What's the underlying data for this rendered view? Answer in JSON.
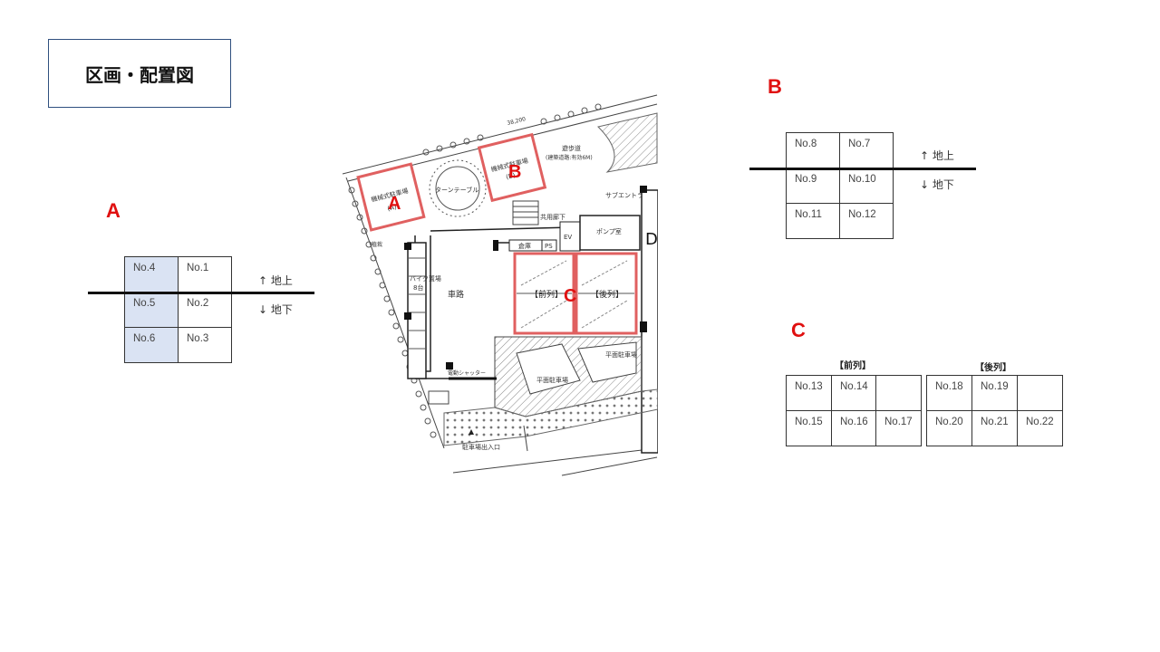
{
  "title": "区画・配置図",
  "section_a": {
    "label": "A",
    "rows": [
      [
        "No.4",
        "No.1"
      ],
      [
        "No.5",
        "No.2"
      ],
      [
        "No.6",
        "No.3"
      ]
    ],
    "up": "↑ 地上",
    "down": "↓ 地下"
  },
  "section_b": {
    "label": "B",
    "rows": [
      [
        "No.8",
        "No.7"
      ],
      [
        "No.9",
        "No.10"
      ],
      [
        "No.11",
        "No.12"
      ]
    ],
    "up": "↑ 地上",
    "down": "↓ 地下"
  },
  "section_c": {
    "label": "C",
    "front": {
      "heading": "【前列】",
      "rows": [
        [
          "No.13",
          "No.14",
          ""
        ],
        [
          "No.15",
          "No.16",
          "No.17"
        ]
      ]
    },
    "rear": {
      "heading": "【後列】",
      "rows": [
        [
          "No.18",
          "No.19",
          ""
        ],
        [
          "No.20",
          "No.21",
          "No.22"
        ]
      ]
    }
  },
  "plan": {
    "dimension": "38,200",
    "walkway": "遊歩道",
    "walkway_note": "(建築道路:有効6M)",
    "mech_parking_a": "機械式駐車場",
    "mech_parking_a_sub": "(A)",
    "mech_parking_b": "機械式駐車場",
    "mech_parking_b_sub": "(B)",
    "turntable": "ターンテーブル",
    "sub_entrance": "サブエントランス",
    "common_corridor": "共用廊下",
    "pump_room": "ポンプ室",
    "ev": "EV",
    "ps": "PS",
    "storage": "倉庫",
    "bike_parking": "バイク置場",
    "bike_count": "8台",
    "road": "車路",
    "front_row": "【前列】",
    "rear_row": "【後列】",
    "parking_lot": "平面駐車場",
    "flat_parking": "平面駐車場",
    "shutter": "電動シャッター",
    "entrance": "駐車場出入口",
    "label_a": "A",
    "label_b": "B",
    "label_c": "C",
    "d_label": "D",
    "planting": "植栽"
  },
  "colors": {
    "accent_red": "#e01010",
    "highlight_red": "#e06060",
    "shade_blue": "#dae3f3",
    "title_border": "#2f4f7f"
  }
}
